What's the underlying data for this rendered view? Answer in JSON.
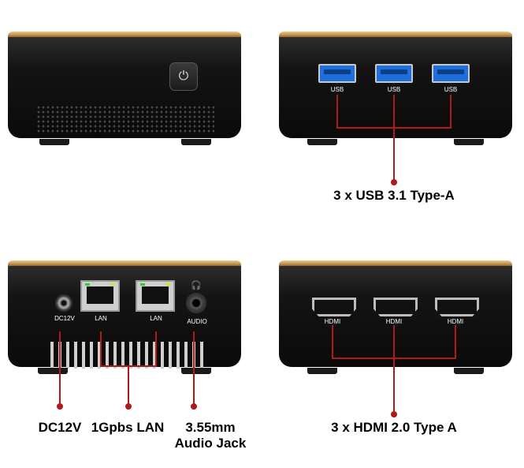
{
  "captions": {
    "usb": "3 x USB 3.1 Type-A",
    "hdmi": "3 x HDMI 2.0 Type A",
    "dc": "DC12V",
    "lan": "1Gpbs LAN",
    "audio_line1": "3.55mm",
    "audio_line2": "Audio Jack"
  },
  "port_labels": {
    "usb": "USB",
    "hdmi": "HDMI",
    "lan": "LAN",
    "dc": "DC12V",
    "audio": "AUDIO"
  },
  "colors": {
    "callout": "#b01a1a",
    "gold_trim": "#c8954e",
    "usb_blue": "#1e6fd9"
  },
  "icons": [
    "power-icon",
    "headphone-icon"
  ]
}
